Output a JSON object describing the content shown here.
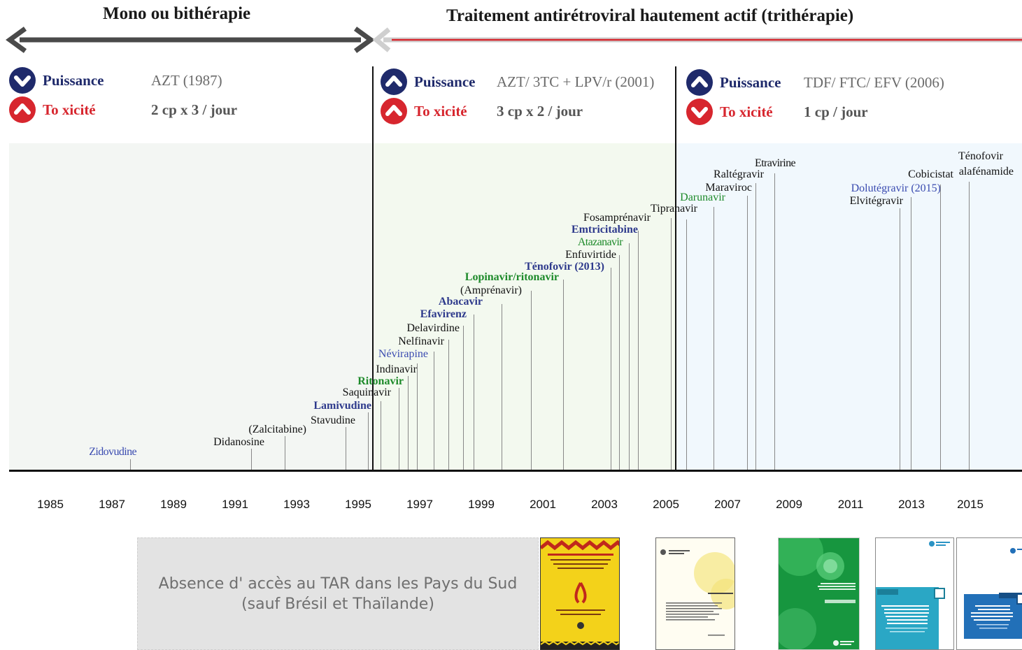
{
  "eras": {
    "mono_title": "Mono ou bithérapie",
    "haart_title": "Traitement antirétroviral hautement actif (trithérapie)"
  },
  "legend_labels": {
    "puissance": "Puissance",
    "toxicite": "To xicité"
  },
  "regimens": [
    {
      "puissance_dir": "down",
      "toxicite_dir": "up",
      "regimen": "AZT (1987)",
      "dosage": "2 cp x 3 / jour"
    },
    {
      "puissance_dir": "up",
      "toxicite_dir": "up",
      "regimen": "AZT/ 3TC + LPV/r (2001)",
      "dosage": "3 cp x 2 / jour"
    },
    {
      "puissance_dir": "up",
      "toxicite_dir": "down",
      "regimen": "TDF/ FTC/ EFV (2006)",
      "dosage": "1 cp / jour"
    }
  ],
  "colors": {
    "puissance": "#1f2a6b",
    "toxicite": "#d7262e",
    "mono_arrow": "#4a4a4a",
    "haart_line": "#d7262e",
    "panel_mono": "#f3f6f3",
    "panel_haart1": "#f3f9ef",
    "panel_haart2": "#f1f8fd"
  },
  "years": [
    "1985",
    "1987",
    "1989",
    "1991",
    "1993",
    "1995",
    "1997",
    "1999",
    "2001",
    "2003",
    "2005",
    "2007",
    "2009",
    "2011",
    "2013",
    "2015"
  ],
  "drugs": [
    {
      "name": "Zidovudine",
      "style": "lblue"
    },
    {
      "name": "Didanosine",
      "style": "plain"
    },
    {
      "name": "(Zalcitabine)",
      "style": "plain"
    },
    {
      "name": "Stavudine",
      "style": "plain"
    },
    {
      "name": "Lamivudine",
      "style": "blue-bold"
    },
    {
      "name": "Saquinavir",
      "style": "plain"
    },
    {
      "name": "Ritonavir",
      "style": "green-bold"
    },
    {
      "name": "Indinavir",
      "style": "plain"
    },
    {
      "name": "Névirapine",
      "style": "lblue"
    },
    {
      "name": "Nelfinavir",
      "style": "plain"
    },
    {
      "name": "Delavirdine",
      "style": "plain"
    },
    {
      "name": "Efavirenz",
      "style": "blue-bold"
    },
    {
      "name": "Abacavir",
      "style": "blue-bold"
    },
    {
      "name": "(Amprénavir)",
      "style": "plain"
    },
    {
      "name": "Lopinavir/ritonavir",
      "style": "green-bold"
    },
    {
      "name": "Ténofovir (2013)",
      "style": "blue-bold"
    },
    {
      "name": "Enfuvirtide",
      "style": "plain"
    },
    {
      "name": "Atazanavir",
      "style": "green"
    },
    {
      "name": "Emtricitabine",
      "style": "blue-bold"
    },
    {
      "name": "Fosamprénavir",
      "style": "plain"
    },
    {
      "name": "Tipranavir",
      "style": "plain"
    },
    {
      "name": "Darunavir",
      "style": "green"
    },
    {
      "name": "Maraviroc",
      "style": "plain"
    },
    {
      "name": "Raltégravir",
      "style": "plain"
    },
    {
      "name": "Etravirine",
      "style": "plain"
    },
    {
      "name": "Elvitégravir",
      "style": "plain"
    },
    {
      "name": "Dolutégravir (2015)",
      "style": "lblue"
    },
    {
      "name": "Cobicistat",
      "style": "plain"
    },
    {
      "name": "Ténofovir",
      "style": "plain"
    },
    {
      "name": "alafénamide",
      "style": "plain"
    }
  ],
  "absence_text": {
    "line1": "Absence d' accès au TAR dans les Pays du Sud",
    "line2": "(sauf Brésil et Thaïlande)"
  },
  "documents": [
    {
      "name": "doc-ameliorer-acces",
      "bg": "#f3d21a"
    },
    {
      "name": "doc-programme-vih",
      "bg": "#fbf6d8"
    },
    {
      "name": "doc-2010-revision",
      "bg": "#1d9b48"
    },
    {
      "name": "doc-directives",
      "bg": "#2aa7c5"
    },
    {
      "name": "doc-guidelines",
      "bg": "#2270b8"
    }
  ]
}
